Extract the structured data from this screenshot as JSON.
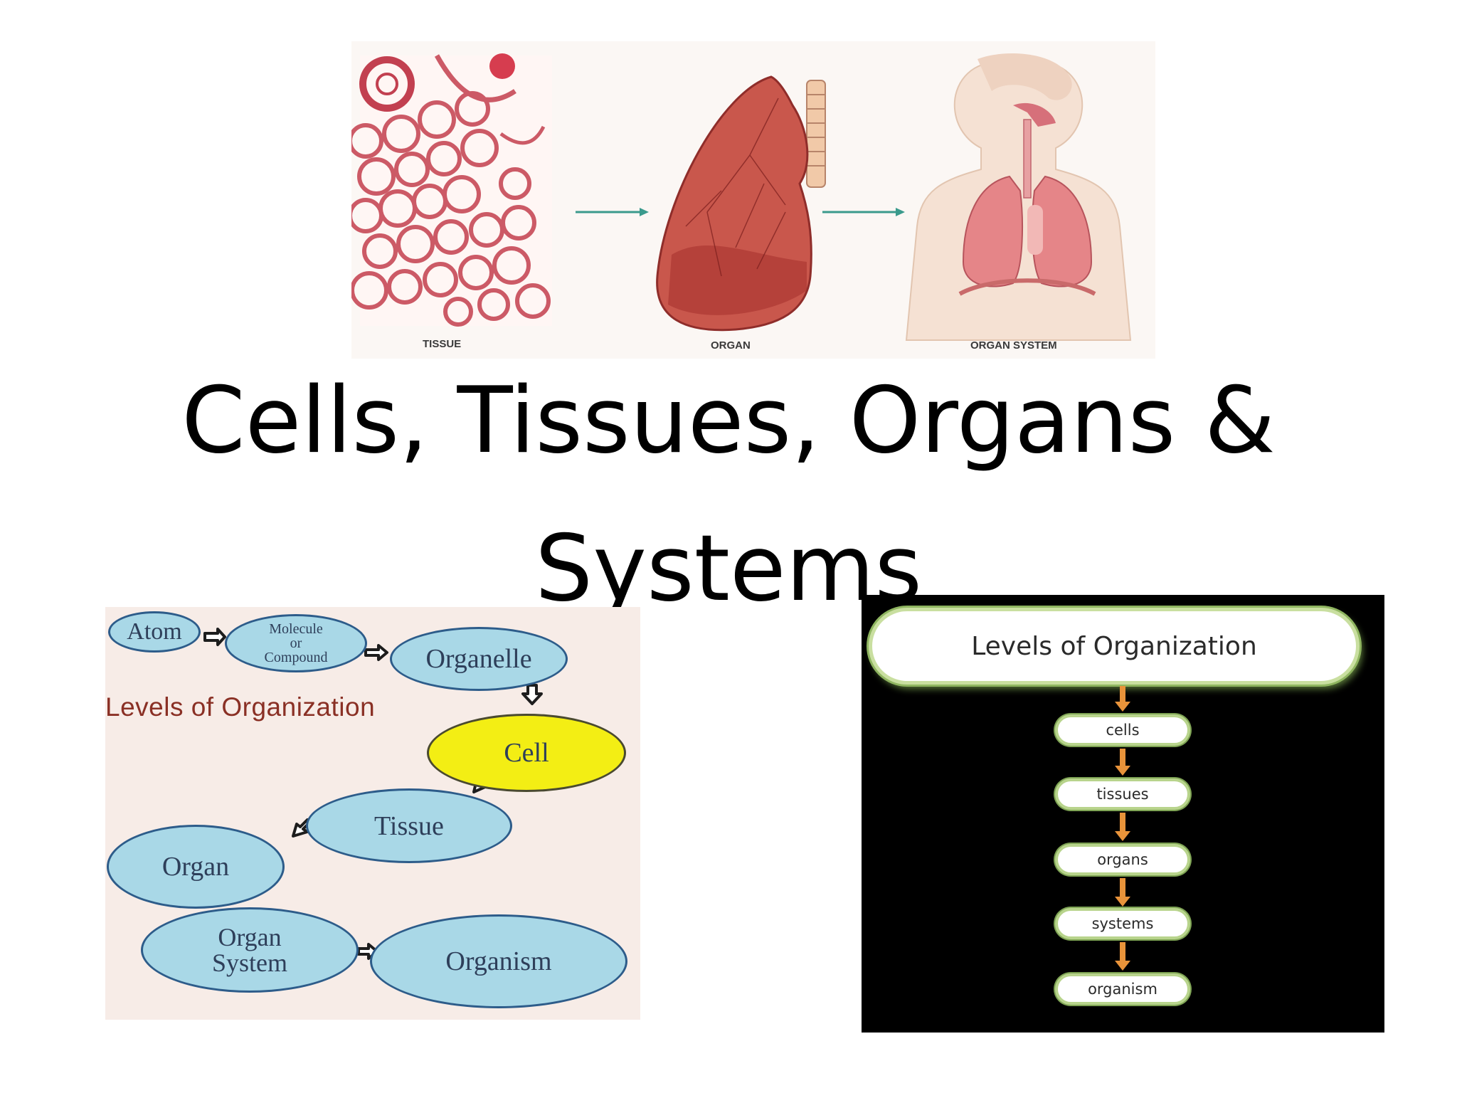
{
  "slide": {
    "title_line1": "Cells, Tissues, Organs &",
    "title_line2": "Systems"
  },
  "top_illustration": {
    "captions": [
      "TISSUE",
      "ORGAN",
      "ORGAN SYSTEM"
    ]
  },
  "left_diagram": {
    "heading": "Levels of Organization",
    "nodes": {
      "atom": "Atom",
      "molecule_line1": "Molecule",
      "molecule_line2": "or",
      "molecule_line3": "Compound",
      "organelle": "Organelle",
      "cell": "Cell",
      "tissue": "Tissue",
      "organ": "Organ",
      "organ_system_line1": "Organ",
      "organ_system_line2": "System",
      "organism": "Organism"
    },
    "colors": {
      "node_fill": "#a9d8e7",
      "highlight_fill": "#f3ee14",
      "heading": "#8a3025"
    }
  },
  "right_diagram": {
    "heading": "Levels of Organization",
    "levels": [
      "cells",
      "tissues",
      "organs",
      "systems",
      "organism"
    ],
    "colors": {
      "background": "#000000",
      "arrow": "#e8933a",
      "border": "#b8d48c"
    }
  }
}
